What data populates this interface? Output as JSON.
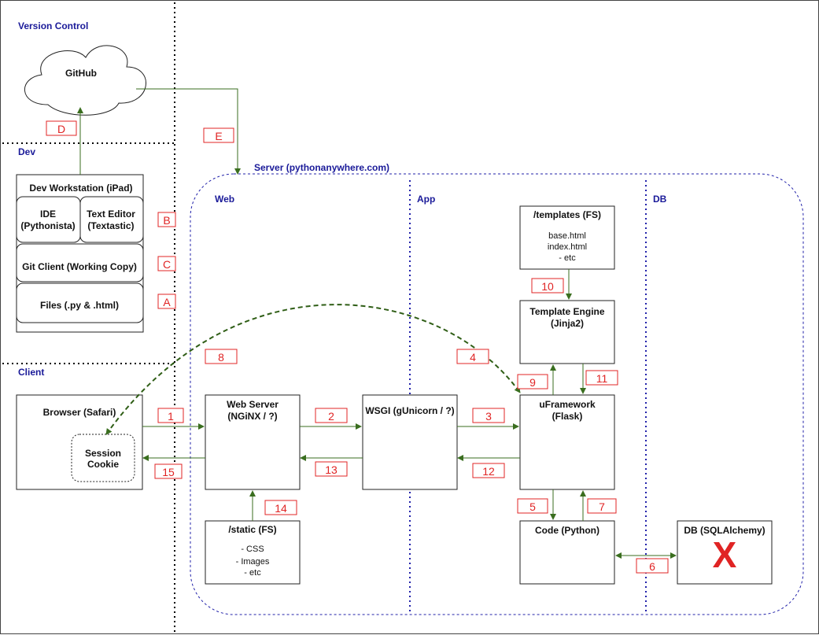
{
  "sections": {
    "version_control": "Version Control",
    "dev": "Dev",
    "client": "Client",
    "server": "Server (pythonanywhere.com)",
    "web": "Web",
    "app": "App",
    "db": "DB"
  },
  "nodes": {
    "github": "GitHub",
    "workstation": "Dev  Workstation (iPad)",
    "ide_1": "IDE",
    "ide_2": "(Pythonista)",
    "texteditor_1": "Text Editor",
    "texteditor_2": "(Textastic)",
    "git_client": "Git Client (Working Copy)",
    "files": "Files (.py & .html)",
    "browser": "Browser (Safari)",
    "cookie_1": "Session",
    "cookie_2": "Cookie",
    "webserver_1": "Web Server",
    "webserver_2": "(NGiNX / ?)",
    "wsgi": "WSGI (gUnicorn / ?)",
    "uframework_1": "uFramework",
    "uframework_2": "(Flask)",
    "templates": "/templates (FS)",
    "templates_items": [
      "base.html",
      "index.html",
      "- etc"
    ],
    "template_engine_1": "Template Engine",
    "template_engine_2": "(Jinja2)",
    "static": "/static (FS)",
    "static_items": [
      "- CSS",
      "- Images",
      "- etc"
    ],
    "code": "Code (Python)",
    "db": "DB (SQLAlchemy)",
    "db_mark": "X"
  },
  "tags": {
    "A": "A",
    "B": "B",
    "C": "C",
    "D": "D",
    "E": "E",
    "n1": "1",
    "n2": "2",
    "n3": "3",
    "n4": "4",
    "n5": "5",
    "n6": "6",
    "n7": "7",
    "n8": "8",
    "n9": "9",
    "n10": "10",
    "n11": "11",
    "n12": "12",
    "n13": "13",
    "n14": "14",
    "n15": "15"
  },
  "colors": {
    "section_label": "#1a1a99",
    "arrow": "#3a6e1f",
    "tag": "#e02424",
    "divider": "#000000",
    "server_border": "#2222aa"
  }
}
